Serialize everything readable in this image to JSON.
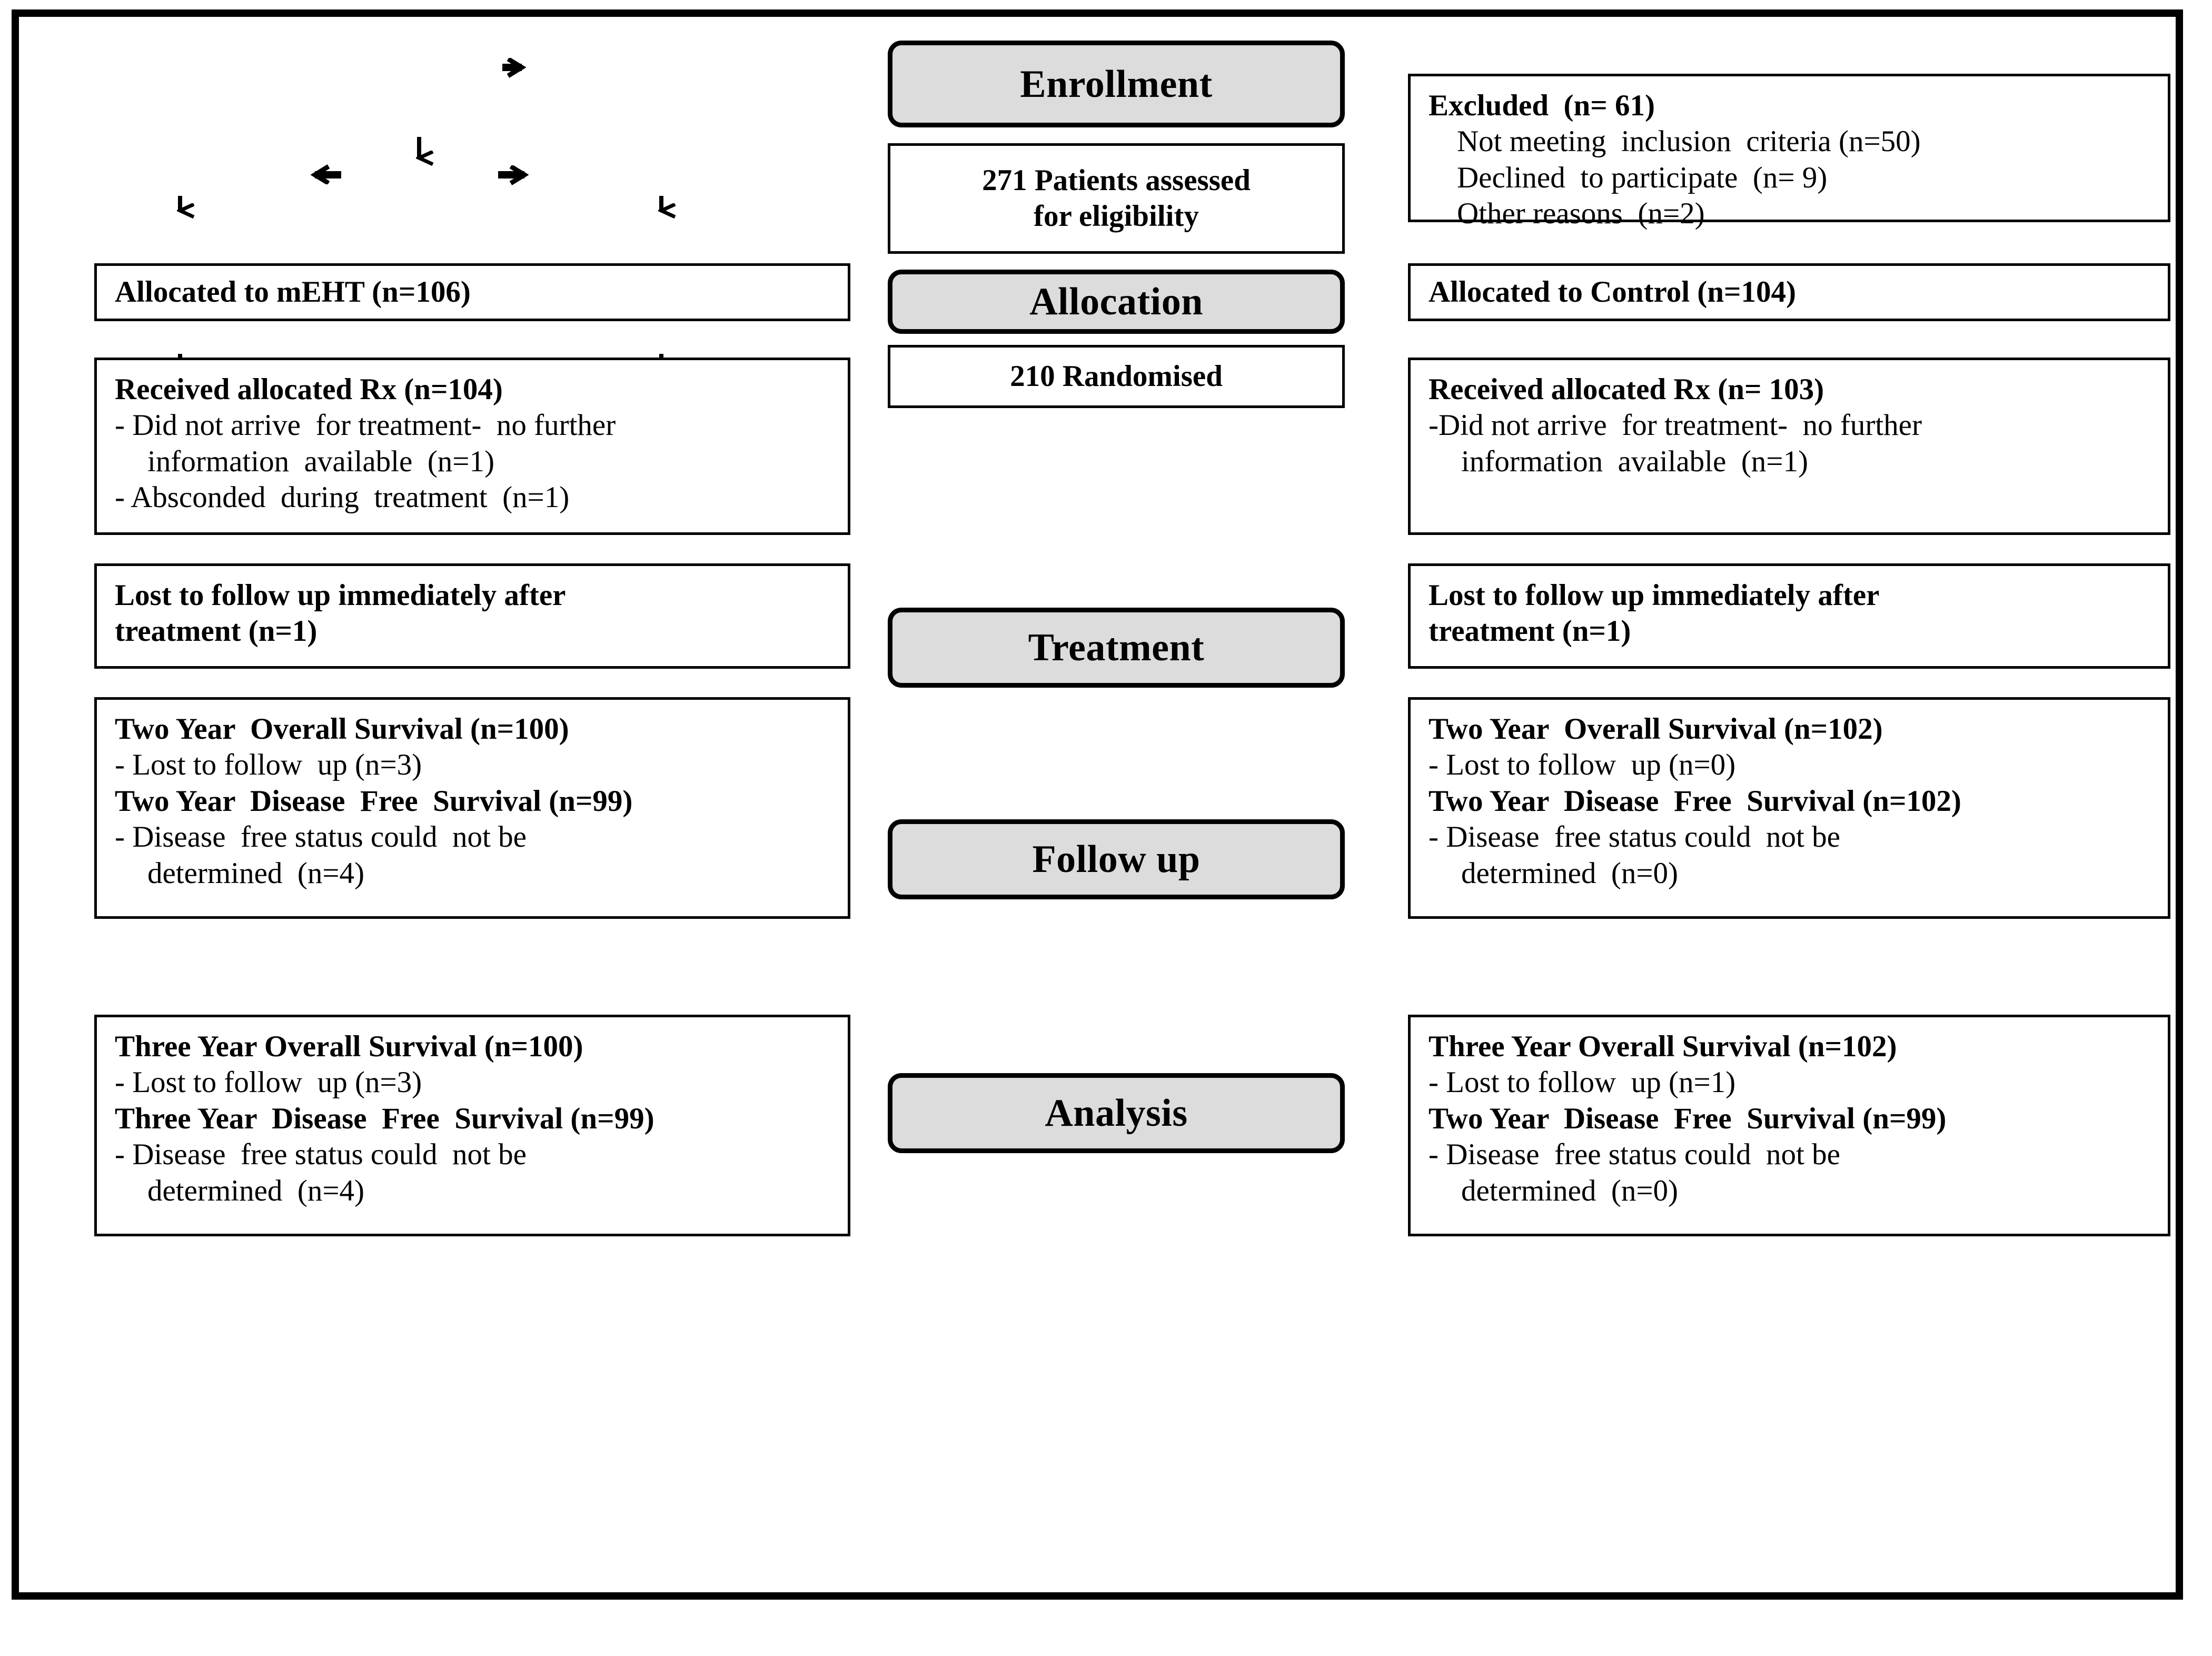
{
  "diagram": {
    "title": "CONSORT participant flow diagram",
    "colors": {
      "stage_fill": "#dcdcdc",
      "border": "#000000",
      "background": "#ffffff"
    },
    "stages": {
      "enrollment": "Enrollment",
      "allocation": "Allocation",
      "treatment": "Treatment",
      "followup": "Follow up",
      "analysis": "Analysis"
    },
    "center": {
      "assessed_line1": "271 Patients assessed",
      "assessed_line2": "for eligibility",
      "randomised": "210 Randomised"
    },
    "excluded": {
      "heading": "Excluded  (n= 61)",
      "items": [
        "Not meeting  inclusion  criteria (n=50)",
        "Declined  to participate  (n= 9)",
        "Other reasons  (n=2)"
      ]
    },
    "left": {
      "allocated": "Allocated to mEHT (n=106)",
      "received": {
        "heading": "Received allocated Rx (n=104)",
        "items": [
          "- Did not arrive  for treatment-  no further",
          "information  available  (n=1)",
          "- Absconded  during  treatment  (n=1)"
        ]
      },
      "lost": {
        "line1": "Lost to follow up immediately after",
        "line2": "treatment (n=1)"
      },
      "two_year": {
        "os_heading": "Two Year  Overall Survival (n=100)",
        "os_item": "- Lost to follow  up (n=3)",
        "dfs_heading": "Two Year  Disease  Free  Survival (n=99)",
        "dfs_item_line1": "- Disease  free status could  not be",
        "dfs_item_line2": "determined  (n=4)"
      },
      "three_year": {
        "os_heading": "Three Year Overall Survival (n=100)",
        "os_item": "- Lost to follow  up (n=3)",
        "dfs_heading": "Three Year  Disease  Free  Survival (n=99)",
        "dfs_item_line1": "- Disease  free status could  not be",
        "dfs_item_line2": "determined  (n=4)"
      }
    },
    "right": {
      "allocated": "Allocated to Control (n=104)",
      "received": {
        "heading": "Received allocated Rx (n= 103)",
        "items": [
          "-Did not arrive  for treatment-  no further",
          "information  available  (n=1)"
        ]
      },
      "lost": {
        "line1": "Lost to follow up immediately after",
        "line2": "treatment (n=1)"
      },
      "two_year": {
        "os_heading": "Two Year  Overall Survival (n=102)",
        "os_item": "- Lost to follow  up (n=0)",
        "dfs_heading": "Two Year  Disease  Free  Survival (n=102)",
        "dfs_item_line1": "- Disease  free status could  not be",
        "dfs_item_line2": "determined  (n=0)"
      },
      "three_year": {
        "os_heading": "Three Year Overall Survival (n=102)",
        "os_item": "- Lost to follow  up (n=1)",
        "dfs_heading": "Two Year  Disease  Free  Survival (n=99)",
        "dfs_item_line1": "- Disease  free status could  not be",
        "dfs_item_line2": "determined  (n=0)"
      }
    }
  }
}
